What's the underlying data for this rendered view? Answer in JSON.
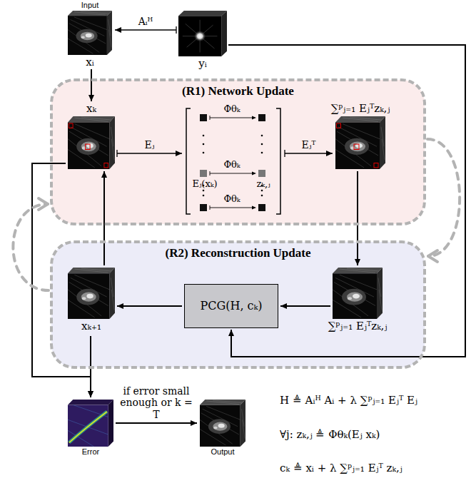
{
  "diagram": {
    "nodes": [
      {
        "text": [
          "Input",
          "xᵢ"
        ]
      },
      {
        "text": [
          "yᵢ"
        ]
      },
      {
        "text": [
          "(R1) Network Update"
        ]
      },
      {
        "text": [
          "xₖ"
        ],
        "in": 2
      },
      {
        "text": [
          "Eⱼ(xₖ)",
          "zₖ,ⱼ"
        ],
        "in": 2
      },
      {
        "text": [
          "∑ᵖⱼ₌₁ Eⱼᵀzₖ,ⱼ"
        ],
        "in": 2
      },
      {
        "text": [
          "(R2) Reconstruction Update"
        ]
      },
      {
        "text": [
          "xₖ₊₁"
        ],
        "in": 6
      },
      {
        "text": [
          "PCG(H, cₖ)"
        ],
        "in": 6
      },
      {
        "text": [
          "∑ᵖⱼ₌₁ Eⱼᵀzₖ,ⱼ"
        ],
        "in": 6
      },
      {
        "text": [
          "Error"
        ]
      },
      {
        "text": [
          "Output"
        ]
      }
    ],
    "edges": [
      {
        "from": 1,
        "to": 0,
        "label": "Aᵢᴴ",
        "arrow": "to"
      },
      {
        "from": 1,
        "to": 8,
        "arrow": "to"
      },
      {
        "from": 0,
        "to": 3,
        "arrow": "to"
      },
      {
        "from": 3,
        "to": 4,
        "label": "Eⱼ",
        "arrow": "to"
      },
      {
        "from": 4,
        "to": 5,
        "label": "Eⱼᵀ",
        "arrow": "to"
      },
      {
        "from": 5,
        "to": 9,
        "arrow": "to"
      },
      {
        "from": 9,
        "to": 8,
        "arrow": "to"
      },
      {
        "from": 8,
        "to": 7,
        "arrow": "to"
      },
      {
        "from": 7,
        "to": 3,
        "arrow": "to"
      },
      {
        "from": 3,
        "to": 10,
        "arrow": "to"
      },
      {
        "from": 7,
        "to": 10,
        "arrow": "to"
      },
      {
        "from": 10,
        "to": 11,
        "label": "if error small enough or k = T",
        "arrow": "to"
      },
      {
        "from": 6,
        "to": 2,
        "arrow": "to"
      },
      {
        "from": 2,
        "to": 6,
        "arrow": "to"
      }
    ],
    "labels": [
      "Φθₖ",
      "Φθₖ",
      "Φθₖ",
      "H ≜ Aᵢᴴ Aᵢ + λ ∑ᵖⱼ₌₁ Eⱼᵀ Eⱼ",
      "∀j: zₖ,ⱼ ≜ Φθₖ(Eⱼ xₖ)",
      "cₖ ≜ xᵢ + λ ∑ᵖⱼ₌₁ Eⱼᵀ zₖ,ⱼ"
    ]
  }
}
